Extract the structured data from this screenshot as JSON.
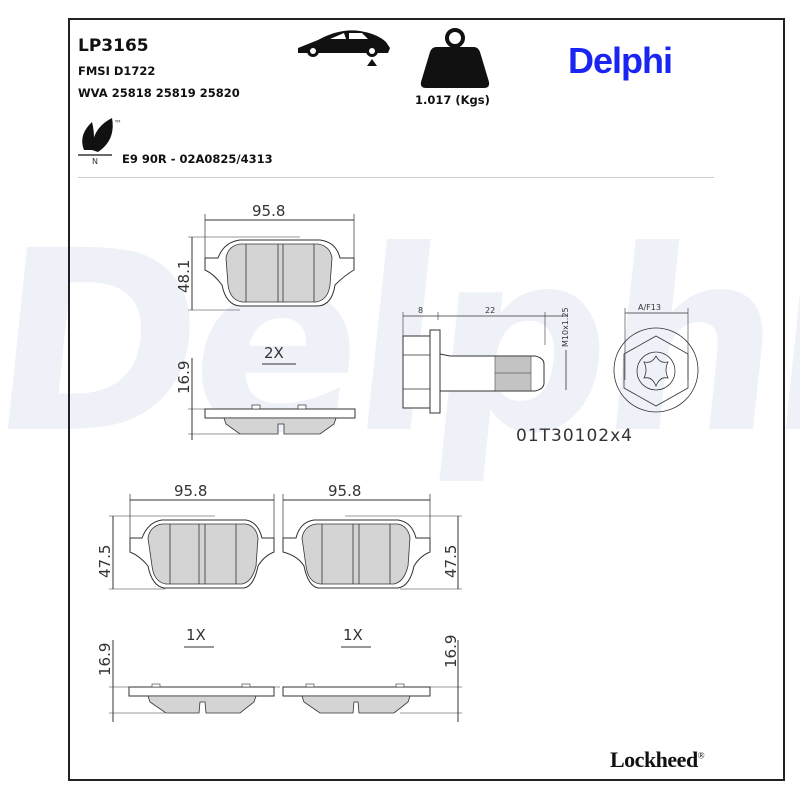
{
  "header": {
    "part_code": "LP3165",
    "fmsi": "FMSI D1722",
    "wva": "WVA 25818 25819 25820",
    "eco_approval": "E9 90R - 02A0825/4313",
    "weight": "1.017 (Kgs)",
    "brand": "Delphi",
    "icons": [
      "car-axle-icon",
      "weight-icon",
      "eco-leaf-icon"
    ]
  },
  "watermark": "Delphi",
  "drawings": {
    "pad_top": {
      "width": "95.8",
      "height": "48.1",
      "thickness": "16.9",
      "qty": "2X"
    },
    "pad_left": {
      "width": "95.8",
      "height": "47.5",
      "thickness": "16.9",
      "qty": "1X"
    },
    "pad_right": {
      "width": "95.8",
      "height": "47.5",
      "thickness": "16.9",
      "qty": "1X"
    },
    "bolt": {
      "head_length": "8",
      "shank_length": "22",
      "thread": "M10x1.25",
      "wrench_size": "A/F13",
      "part_number": "01T30102x4"
    }
  },
  "footer": {
    "brand": "Lockheed",
    "registered": "®"
  },
  "colors": {
    "brand_blue": "#1a25f2",
    "pad_fill": "#d4d4d4",
    "watermark": "#eef2f8"
  }
}
